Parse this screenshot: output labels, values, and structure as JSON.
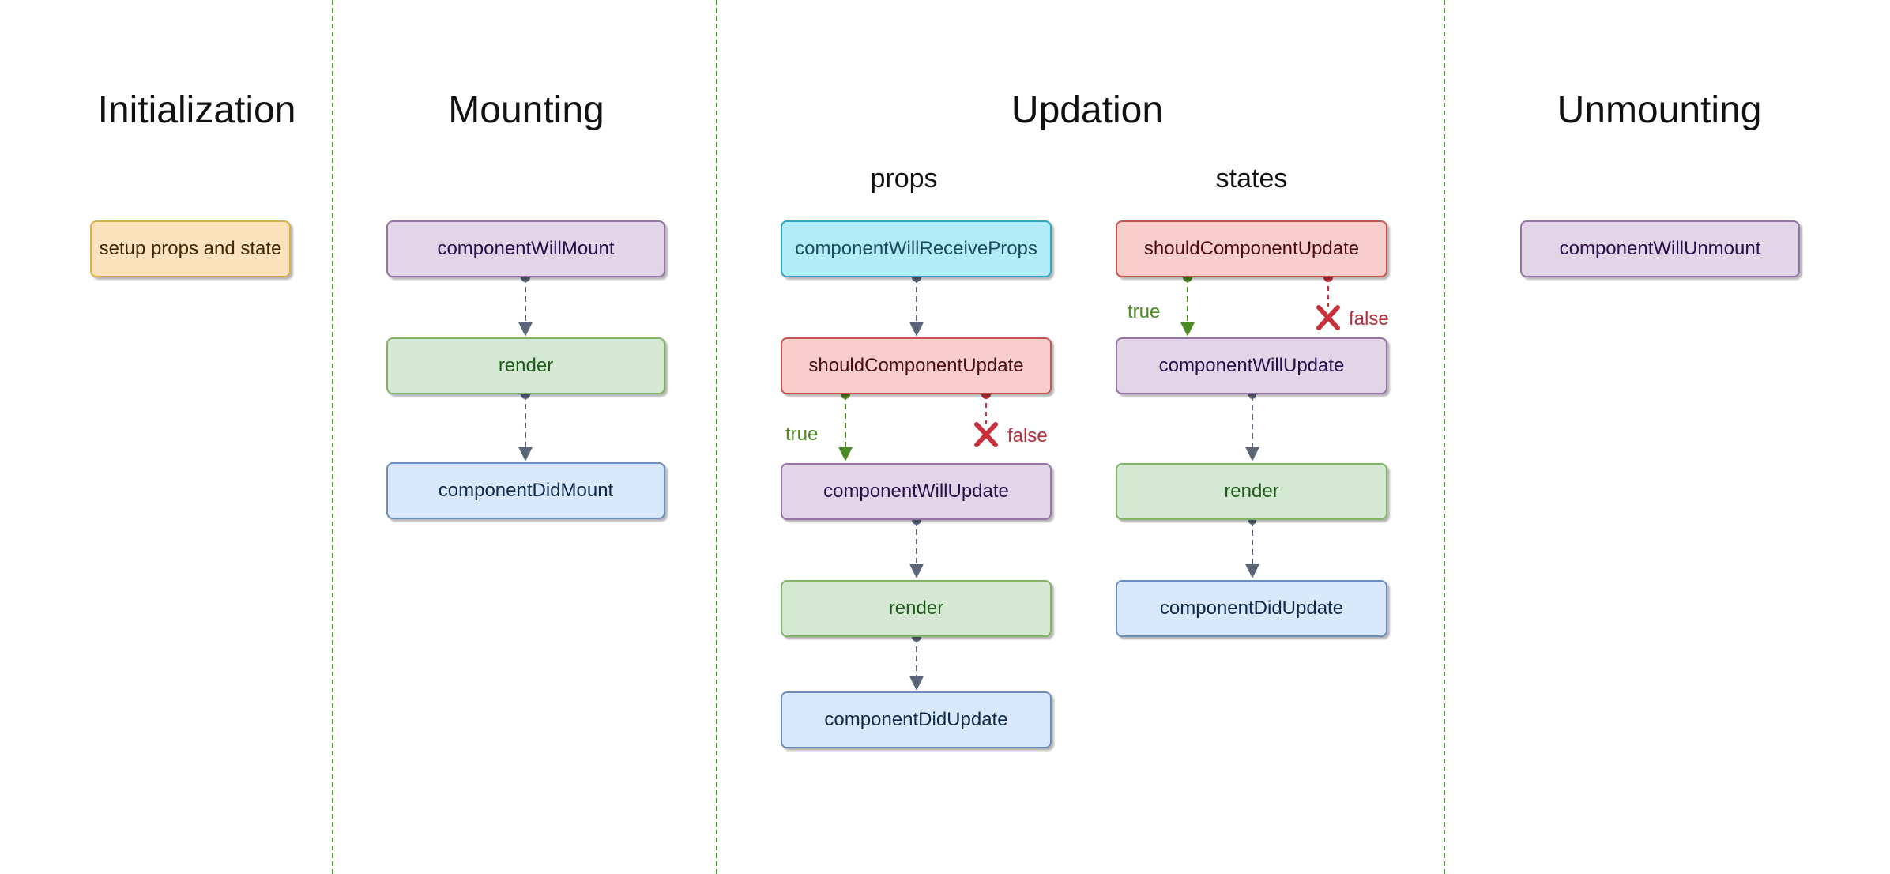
{
  "phases": {
    "initialization": "Initialization",
    "mounting": "Mounting",
    "updation": "Updation",
    "unmounting": "Unmounting"
  },
  "updation": {
    "props_heading": "props",
    "states_heading": "states"
  },
  "nodes": {
    "setup": "setup props and state",
    "mount_will": "componentWillMount",
    "mount_render": "render",
    "mount_did": "componentDidMount",
    "props_receive": "componentWillReceiveProps",
    "props_should": "shouldComponentUpdate",
    "props_will": "componentWillUpdate",
    "props_render": "render",
    "props_did": "componentDidUpdate",
    "states_should": "shouldComponentUpdate",
    "states_will": "componentWillUpdate",
    "states_render": "render",
    "states_did": "componentDidUpdate",
    "unmount_will": "componentWillUnmount"
  },
  "branch_labels": {
    "true": "true",
    "false": "false"
  },
  "colors": {
    "connector": "#5a6578",
    "true_branch": "#4c8a24",
    "false_branch": "#c8303c",
    "phase_divider": "#4f9a3c"
  }
}
